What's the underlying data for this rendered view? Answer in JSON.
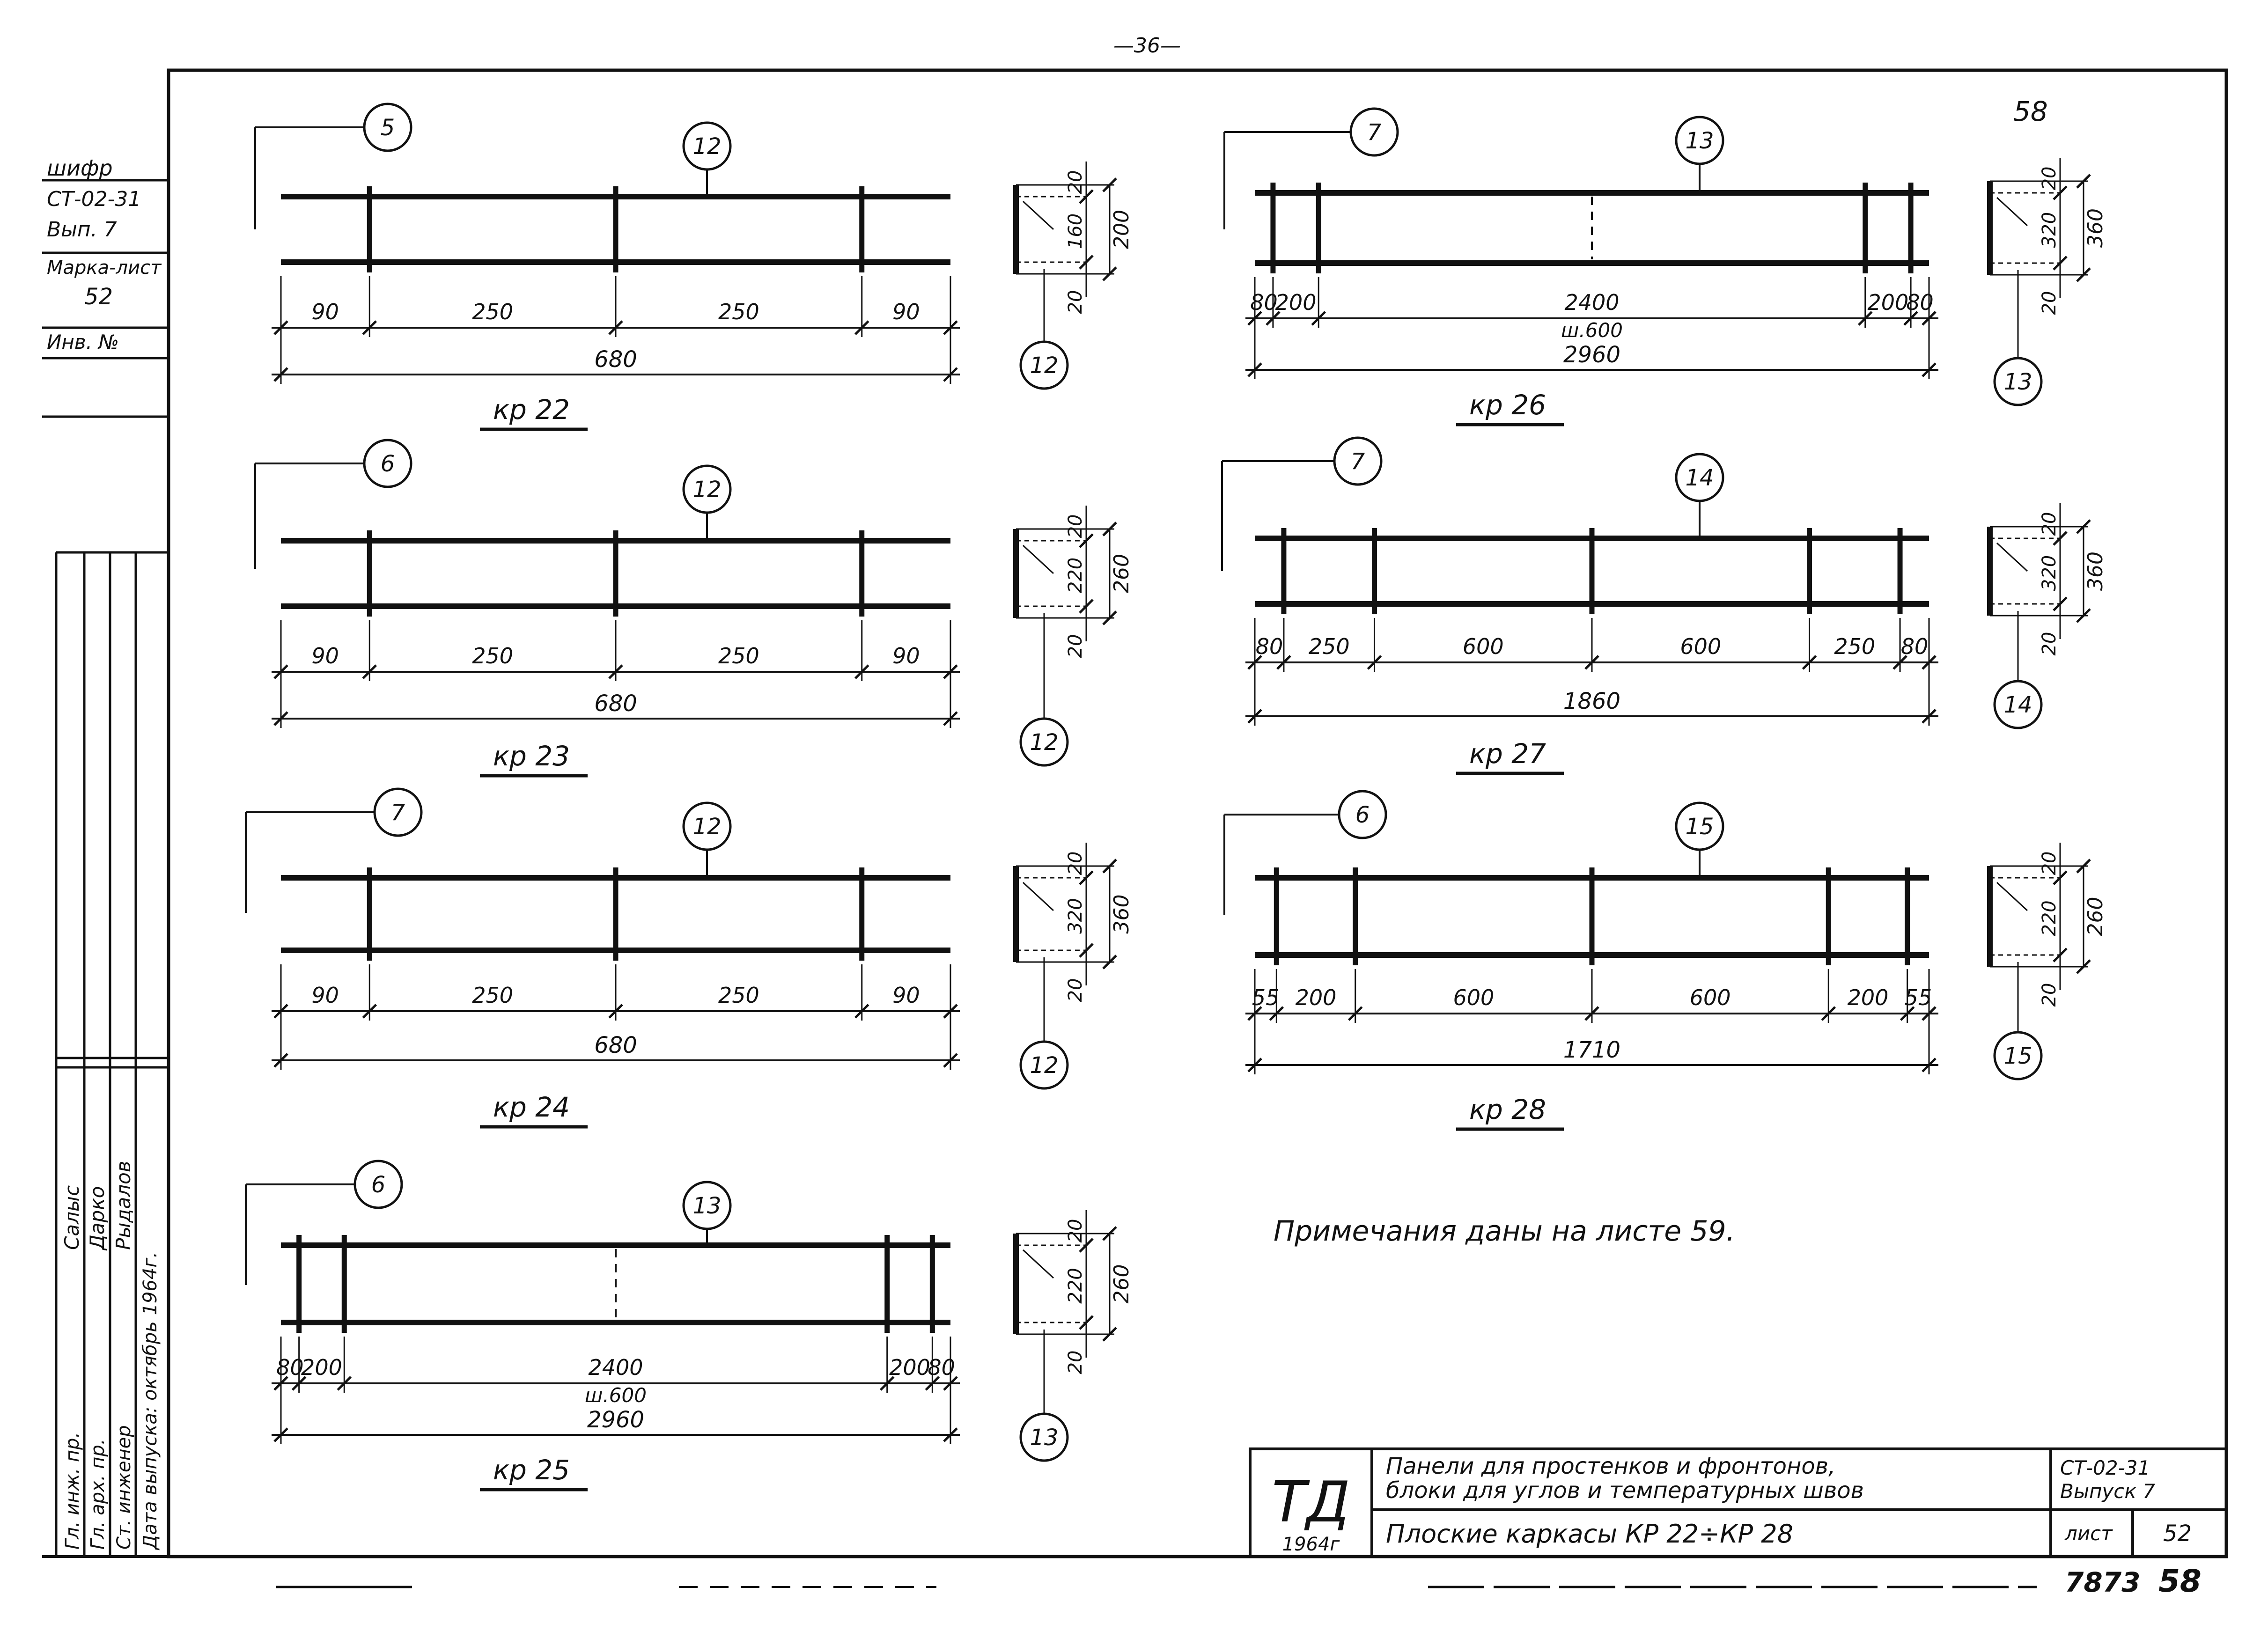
{
  "page_mark": "—36—",
  "sheet_corner_number": "58",
  "stamp": {
    "cipher_label": "шифр",
    "cipher": "СТ-02-31",
    "issue": "Вып. 7",
    "mark_sheet_label": "Марка-лист",
    "mark_sheet": "52",
    "inv_label": "Инв. №"
  },
  "signatures": {
    "roles": [
      "Гл. инж. пр.",
      "Гл. арх. пр.",
      "Ст. инженер"
    ],
    "names": [
      "Салыс",
      "Дарко",
      "Рыдалов"
    ],
    "issue_date": "Дата выпуска: октябрь 1964г."
  },
  "frames": [
    {
      "id": "kr22",
      "label": "кр 22",
      "left_tag": "5",
      "center_tag": "12",
      "dims": [
        "90",
        "250",
        "250",
        "90"
      ],
      "total": "680",
      "section_tag": "12",
      "section_dims": [
        "20",
        "160",
        "20"
      ],
      "section_total": "200"
    },
    {
      "id": "kr23",
      "label": "кр 23",
      "left_tag": "6",
      "center_tag": "12",
      "dims": [
        "90",
        "250",
        "250",
        "90"
      ],
      "total": "680",
      "section_tag": "12",
      "section_dims": [
        "20",
        "220",
        "20"
      ],
      "section_total": "260"
    },
    {
      "id": "kr24",
      "label": "кр 24",
      "left_tag": "7",
      "center_tag": "12",
      "dims": [
        "90",
        "250",
        "250",
        "90"
      ],
      "total": "680",
      "section_tag": "12",
      "section_dims": [
        "20",
        "320",
        "20"
      ],
      "section_total": "360"
    },
    {
      "id": "kr25",
      "label": "кр 25",
      "left_tag": "6",
      "center_tag": "13",
      "dims": [
        "80",
        "200",
        "2400",
        "200",
        "80"
      ],
      "mid_note": "ш.600",
      "total": "2960",
      "section_tag": "13",
      "section_dims": [
        "20",
        "220",
        "20"
      ],
      "section_total": "260"
    },
    {
      "id": "kr26",
      "label": "кр 26",
      "left_tag": "7",
      "center_tag": "13",
      "dims": [
        "80",
        "200",
        "2400",
        "200",
        "80"
      ],
      "mid_note": "ш.600",
      "total": "2960",
      "section_tag": "13",
      "section_dims": [
        "20",
        "320",
        "20"
      ],
      "section_total": "360"
    },
    {
      "id": "kr27",
      "label": "кр 27",
      "left_tag": "7",
      "center_tag": "14",
      "dims": [
        "80",
        "250",
        "600",
        "600",
        "250",
        "80"
      ],
      "total": "1860",
      "section_tag": "14",
      "section_dims": [
        "20",
        "320",
        "20"
      ],
      "section_total": "360"
    },
    {
      "id": "kr28",
      "label": "кр 28",
      "left_tag": "6",
      "center_tag": "15",
      "dims": [
        "55",
        "200",
        "600",
        "600",
        "200",
        "55"
      ],
      "total": "1710",
      "section_tag": "15",
      "section_dims": [
        "20",
        "220",
        "20"
      ],
      "section_total": "260"
    }
  ],
  "note": "Примечания даны на листе 59.",
  "title_block": {
    "logo": "ТД",
    "year": "1964г",
    "title_line1": "Панели для простенков и фронтонов,",
    "title_line2": "блоки для углов и температурных швов",
    "subtitle": "Плоские каркасы КР 22÷КР 28",
    "series": "СТ-02-31",
    "issue": "Выпуск 7",
    "sheet_label": "лист",
    "sheet": "52"
  },
  "archive_number": "7873",
  "archive_page": "58"
}
